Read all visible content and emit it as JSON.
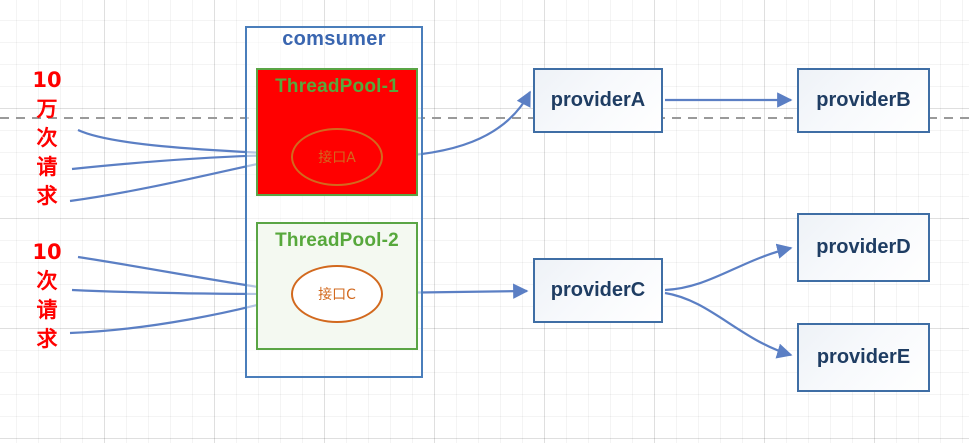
{
  "diagram": {
    "title": "thread pool isolation call flow",
    "colors": {
      "pool1_fill": "#ff0000",
      "pool_border": "#5aa545",
      "pool_title": "#57a83c",
      "consumer_border": "#4a7ebb",
      "consumer_title": "#3a66b0",
      "provider_border": "#3f6ea5",
      "provider_text": "#1f3d63",
      "interface_stroke": "#d2691e",
      "arrow": "#5b7fc4",
      "request_label": "#ff0000",
      "dashed_guide": "#9a9a9a",
      "grid": "#e6e6e6"
    },
    "request_labels": [
      {
        "id": "heavy",
        "chars": [
          "10",
          "万",
          "次",
          "请",
          "求"
        ]
      },
      {
        "id": "light",
        "chars": [
          "10",
          "次",
          "请",
          "求"
        ]
      }
    ],
    "consumer": {
      "title": "comsumer",
      "pools": [
        {
          "id": "pool-1",
          "title": "ThreadPool-1",
          "interface": "接口A"
        },
        {
          "id": "pool-2",
          "title": "ThreadPool-2",
          "interface": "接口C"
        }
      ]
    },
    "providers": [
      {
        "id": "a",
        "label": "providerA"
      },
      {
        "id": "b",
        "label": "providerB"
      },
      {
        "id": "c",
        "label": "providerC"
      },
      {
        "id": "d",
        "label": "providerD"
      },
      {
        "id": "e",
        "label": "providerE"
      }
    ]
  }
}
